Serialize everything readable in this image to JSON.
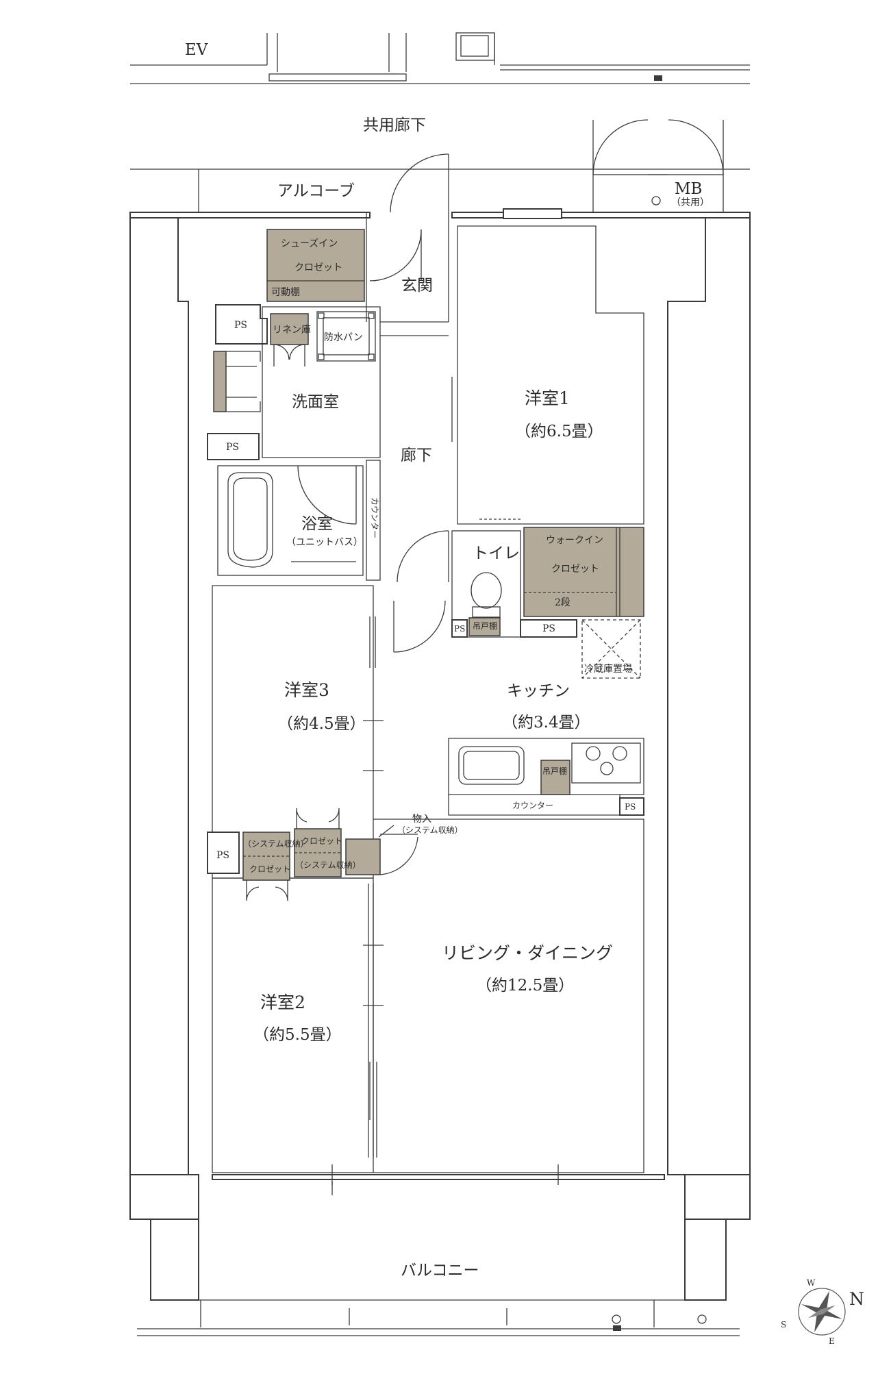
{
  "labels": {
    "ev": "EV",
    "common_corridor": "共用廊下",
    "alcove": "アルコーブ",
    "mb": "MB",
    "mb_shared": "（共用）",
    "shoe_closet_1": "シューズイン",
    "shoe_closet_2": "クロゼット",
    "movable_shelf": "可動棚",
    "entrance": "玄関",
    "ps": "PS",
    "linen": "リネン庫",
    "waterproof_pan": "防水パン",
    "washroom": "洗面室",
    "hallway": "廊下",
    "bathroom": "浴室",
    "unit_bath": "（ユニットバス）",
    "counter_v": "カウンター",
    "western_room_1": "洋室1",
    "western_room_1_size": "（約6.5畳）",
    "toilet": "トイレ",
    "wic_1": "ウォークイン",
    "wic_2": "クロゼット",
    "two_tier": "2段",
    "hanging_shelf": "吊戸棚",
    "fridge_space": "冷蔵庫置場",
    "kitchen": "キッチン",
    "kitchen_size": "（約3.4畳）",
    "counter": "カウンター",
    "western_room_3": "洋室3",
    "western_room_3_size": "（約4.5畳）",
    "closet": "クロゼット",
    "system_storage": "（システム収納）",
    "storage": "物入",
    "storage_sub": "（システム収納）",
    "living_dining": "リビング・ダイニング",
    "living_dining_size": "（約12.5畳）",
    "western_room_2": "洋室2",
    "western_room_2_size": "（約5.5畳）",
    "balcony": "バルコニー",
    "compass_n": "N",
    "compass_e": "E",
    "compass_s": "S",
    "compass_w": "W"
  },
  "colors": {
    "wall": "#3a3a3a",
    "storage_fill": "#b3aa99",
    "background": "#ffffff"
  }
}
